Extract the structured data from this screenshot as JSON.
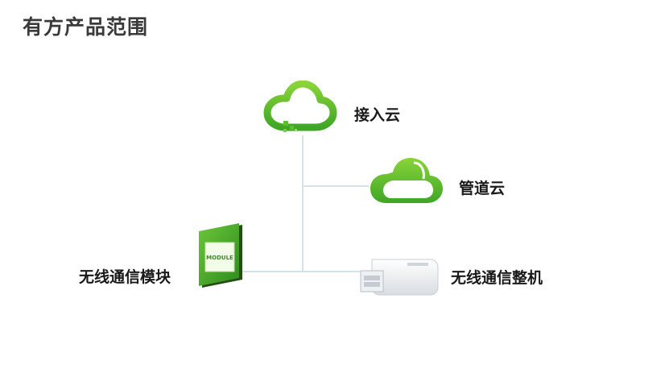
{
  "page_title": "有方产品范围",
  "diagram": {
    "nodes": [
      {
        "id": "access-cloud",
        "label": "接入云",
        "icon": "cloud-access-icon"
      },
      {
        "id": "pipe-cloud",
        "label": "管道云",
        "icon": "cloud-pipe-icon"
      },
      {
        "id": "wireless-module",
        "label": "无线通信模块",
        "icon": "module-chip-icon",
        "chip_text": "MODULE"
      },
      {
        "id": "wireless-device",
        "label": "无线通信整机",
        "icon": "obd-device-icon"
      }
    ]
  },
  "colors": {
    "accent_green": "#5cc02a",
    "dark_green": "#2e8b1f",
    "connector": "#d6e2ea",
    "title": "#3a3a3a",
    "label": "#1a1a1a"
  }
}
